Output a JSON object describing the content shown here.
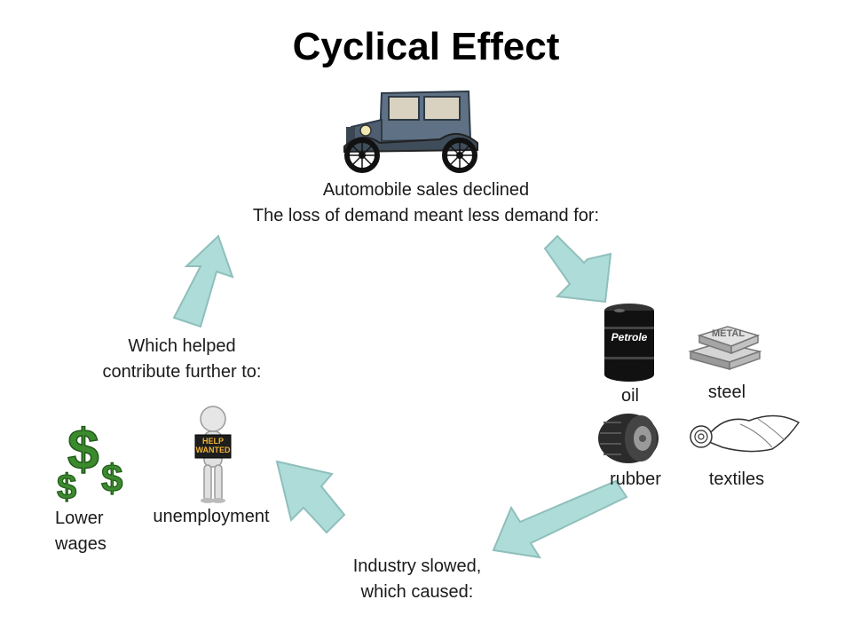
{
  "title": "Cyclical Effect",
  "top_caption": {
    "line1": "Automobile sales declined",
    "line2": "The loss of demand meant less demand for:"
  },
  "materials": {
    "oil": "oil",
    "steel": "steel",
    "rubber": "rubber",
    "textiles": "textiles",
    "barrel_text": "Petrole",
    "metal_text": "METAL"
  },
  "bottom_caption": {
    "line1": "Industry slowed,",
    "line2": "which caused:"
  },
  "left_caption": {
    "line1": "Which helped",
    "line2": "contribute further to:"
  },
  "effects": {
    "lower_wages_line1": "Lower",
    "lower_wages_line2": "wages",
    "unemployment": "unemployment",
    "sign_text_1": "HELP",
    "sign_text_2": "WANTED"
  },
  "colors": {
    "arrow_fill": "#aedcd8",
    "arrow_stroke": "#8fbfbb",
    "car_body": "#5f7184",
    "money_green": "#3c8a2e"
  }
}
